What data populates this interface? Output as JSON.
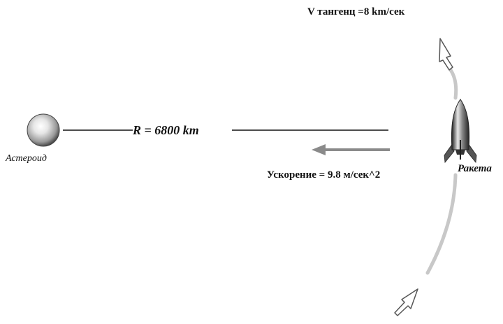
{
  "labels": {
    "asteroid": "Астероид",
    "radius": "R = 6800 km",
    "tangent_velocity": "V тангенц =8 km/сек",
    "acceleration": "Ускорение = 9.8 м/сек^2",
    "rocket": "Ракета"
  },
  "icons": [
    "asteroid-sphere",
    "rocket",
    "arrow-up-outline",
    "arrow-left"
  ],
  "colors": {
    "line": "#111111",
    "orbit": "#c8c8c8",
    "accel_arrow": "#8a8a8a",
    "text": "#111111"
  }
}
